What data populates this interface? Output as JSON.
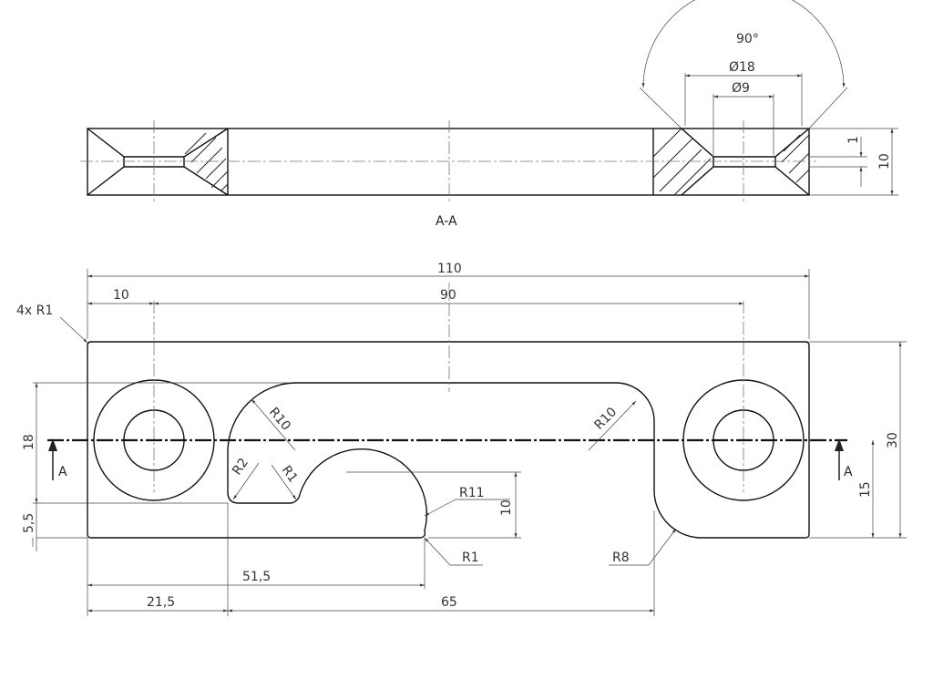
{
  "section_view": {
    "label": "A-A",
    "angle_label": "90°",
    "dia_outer": "Ø18",
    "dia_inner": "Ø9",
    "small_dim": "1",
    "thickness": "10"
  },
  "top_view": {
    "overall_length": "110",
    "hole_offset": "10",
    "hole_spacing": "90",
    "corner_radius_note": "4x R1",
    "height_total": "30",
    "height_center": "15",
    "height_18": "18",
    "height_5_5": "5,5",
    "r10_left": "R10",
    "r10_right": "R10",
    "r2": "R2",
    "r1_inner": "R1",
    "r11": "R11",
    "dim_10_slot": "10",
    "r1_tip": "R1",
    "r8": "R8",
    "dim_51_5": "51,5",
    "dim_21_5": "21,5",
    "dim_65": "65",
    "section_mark_left": "A",
    "section_mark_right": "A"
  }
}
